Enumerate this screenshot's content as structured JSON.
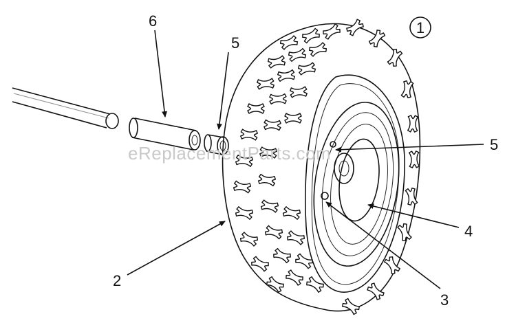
{
  "diagram": {
    "figure_number": "1",
    "watermark": "eReplacementParts.com",
    "callouts": [
      {
        "id": "axle-spacer-6",
        "number": "6"
      },
      {
        "id": "bushing-5-top",
        "number": "5"
      },
      {
        "id": "bushing-5-right",
        "number": "5"
      },
      {
        "id": "wheel-rim-4",
        "number": "4"
      },
      {
        "id": "hub-3",
        "number": "3"
      },
      {
        "id": "tire-2",
        "number": "2"
      }
    ]
  }
}
